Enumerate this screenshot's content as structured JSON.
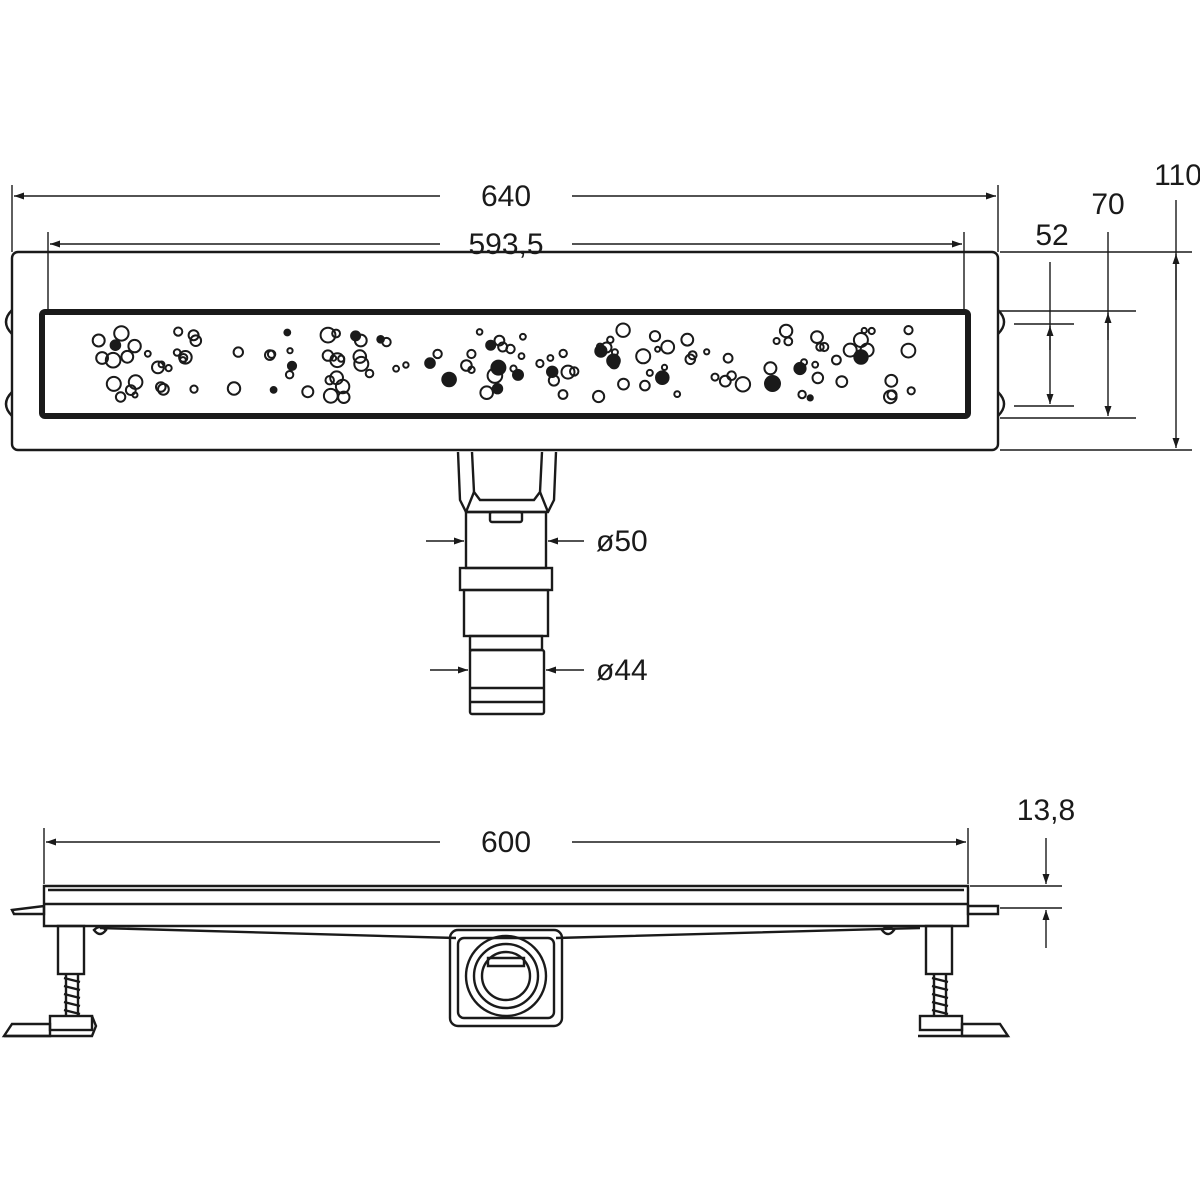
{
  "dimensions": {
    "overall_length": "640",
    "grate_length": "593,5",
    "height_outer": "110",
    "height_mid": "70",
    "height_inner": "52",
    "outlet_diameter": "ø50",
    "connector_diameter": "ø44",
    "channel_length": "600",
    "frame_height": "13,8"
  },
  "colors": {
    "line": "#1a1a1a",
    "background": "#ffffff"
  },
  "icons": {
    "grate_pattern": "bubble-pattern-icon"
  }
}
